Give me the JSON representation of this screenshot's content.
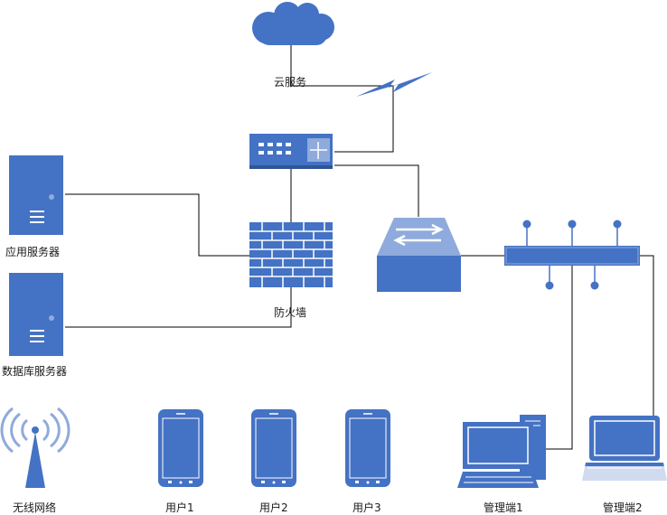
{
  "colors": {
    "device_fill": "#4472c4",
    "device_dark": "#2f5597",
    "device_light": "#8faadc",
    "line": "#000000",
    "background": "#ffffff"
  },
  "nodes": {
    "cloud": {
      "label": "云服务",
      "icon": "cloud-icon"
    },
    "router": {
      "label": "",
      "icon": "router-icon"
    },
    "switch": {
      "label": "",
      "icon": "switch-icon"
    },
    "hub": {
      "label": "",
      "icon": "hub-icon"
    },
    "firewall": {
      "label": "防火墙",
      "icon": "firewall-icon"
    },
    "app_server": {
      "label": "应用服务器",
      "icon": "server-icon"
    },
    "db_server": {
      "label": "数据库服务器",
      "icon": "server-icon"
    },
    "wireless": {
      "label": "无线网络",
      "icon": "wireless-tower-icon"
    },
    "user1": {
      "label": "用户1",
      "icon": "phone-icon"
    },
    "user2": {
      "label": "用户2",
      "icon": "phone-icon"
    },
    "user3": {
      "label": "用户3",
      "icon": "phone-icon"
    },
    "admin1": {
      "label": "管理端1",
      "icon": "desktop-computer-icon"
    },
    "admin2": {
      "label": "管理端2",
      "icon": "laptop-icon"
    }
  }
}
